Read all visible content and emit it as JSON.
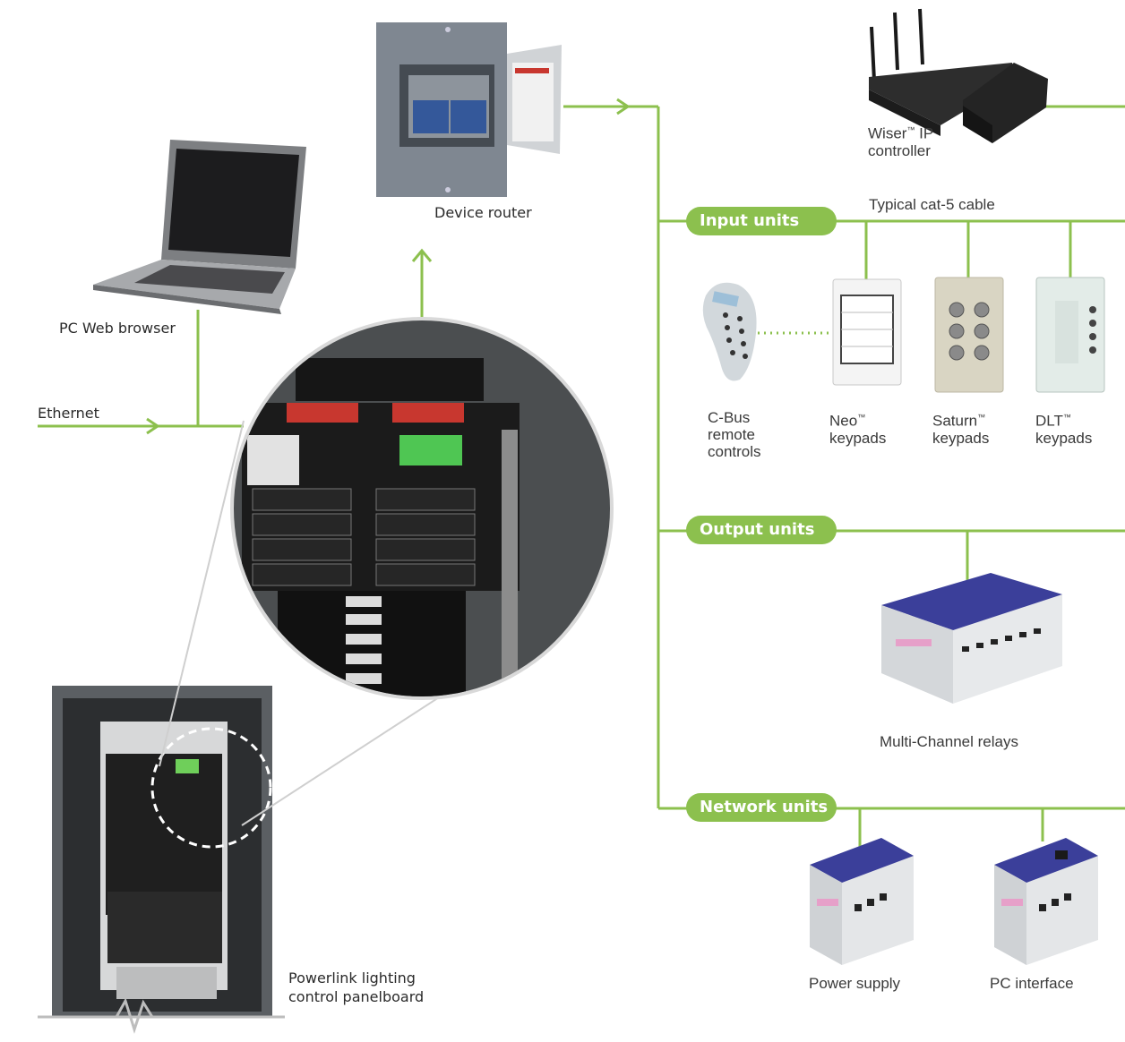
{
  "colors": {
    "accent": "#8cc04e",
    "device_dark": "#2a2a2a",
    "device_grey": "#9a9ea3",
    "module_blue": "#3b3f9a"
  },
  "labels": {
    "device_router": "Device router",
    "pc_web_browser": "PC Web browser",
    "ethernet": "Ethernet",
    "wiser_ip_controller": {
      "brand": "Wiser",
      "tm": "™",
      "rest": " IP\ncontroller"
    },
    "typical_cable": "Typical cat-5 cable",
    "cbus_remote": "C-Bus\nremote\ncontrols",
    "neo_keypads": {
      "brand": "Neo",
      "tm": "™",
      "rest": "\nkeypads"
    },
    "saturn_keypads": {
      "brand": "Saturn",
      "tm": "™",
      "rest": "\nkeypads"
    },
    "dlt_keypads": {
      "brand": "DLT",
      "tm": "™",
      "rest": "\nkeypads"
    },
    "multi_channel_relays": "Multi-Channel relays",
    "power_supply": "Power supply",
    "pc_interface": "PC interface",
    "panelboard": "Powerlink lighting\ncontrol panelboard"
  },
  "categories": {
    "input_units": "Input units",
    "output_units": "Output units",
    "network_units": "Network units"
  },
  "icons": [
    "laptop-icon",
    "device-router-icon",
    "wiser-router-icon",
    "remote-control-icon",
    "neo-keypad-icon",
    "saturn-keypad-icon",
    "dlt-keypad-icon",
    "relay-module-icon",
    "power-supply-icon",
    "pc-interface-icon",
    "panelboard-icon",
    "panel-closeup-icon"
  ]
}
